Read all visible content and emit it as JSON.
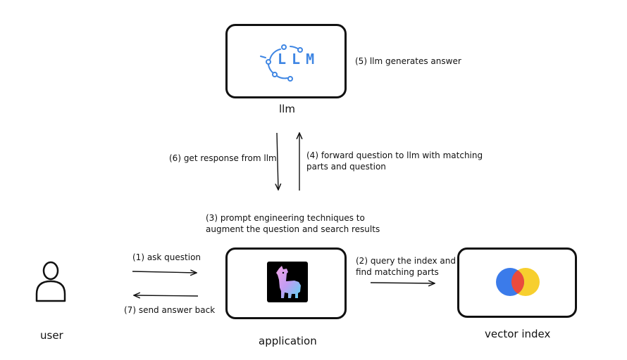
{
  "nodes": {
    "llm": {
      "label": "llm",
      "logo_text": "LLM"
    },
    "application": {
      "label": "application"
    },
    "vector_index": {
      "label": "vector index"
    },
    "user": {
      "label": "user"
    }
  },
  "steps": {
    "s1": "(1) ask question",
    "s2_line1": "(2) query the index and",
    "s2_line2": "find matching parts",
    "s3_line1": "(3) prompt engineering techniques to",
    "s3_line2": "augment the question and search results",
    "s4_line1": "(4) forward question to llm with matching",
    "s4_line2": "parts and question",
    "s5": "(5) llm generates answer",
    "s6": "(6) get response from llm",
    "s7": "(7) send answer back"
  },
  "colors": {
    "llm_logo": "#3f86e3",
    "llama_bg": "#000000",
    "vector_blue": "#3b7bea",
    "vector_red": "#ea4b3c",
    "vector_yellow": "#f7cf2e"
  },
  "icons": {
    "user": "person-outline-icon",
    "llm": "llm-logo-icon",
    "application": "llama-logo-icon",
    "vector_index": "vector-index-logo-icon"
  }
}
